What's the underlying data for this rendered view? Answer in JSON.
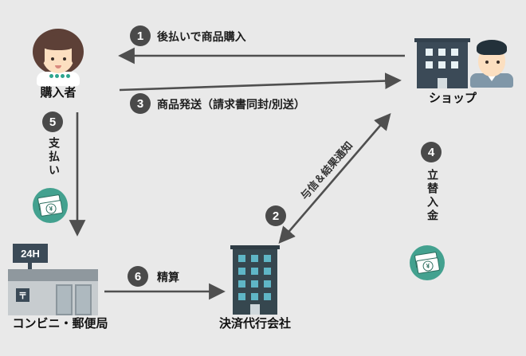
{
  "actors": {
    "buyer": {
      "label": "購入者"
    },
    "shop": {
      "label": "ショップ"
    },
    "agency": {
      "label": "決済代行会社"
    },
    "store": {
      "label": "コンビニ・郵便局",
      "sign": "24H",
      "postal_mark": "〒"
    }
  },
  "steps": [
    {
      "num": "1",
      "label": "後払いで商品購入"
    },
    {
      "num": "2",
      "label": "与信＆結果通知"
    },
    {
      "num": "3",
      "label": "商品発送（請求書同封/別送）"
    },
    {
      "num": "4",
      "label": "立替入金"
    },
    {
      "num": "5",
      "label": "支払い"
    },
    {
      "num": "6",
      "label": "精算"
    }
  ],
  "money": {
    "currency": "¥"
  },
  "colors": {
    "background": "#e9e9e9",
    "arrow": "#4f4f4f",
    "badge": "#4a4a4a",
    "money_green": "#43a18f",
    "building_dark": "#3b4a57",
    "window_teal": "#5fb6c6"
  }
}
